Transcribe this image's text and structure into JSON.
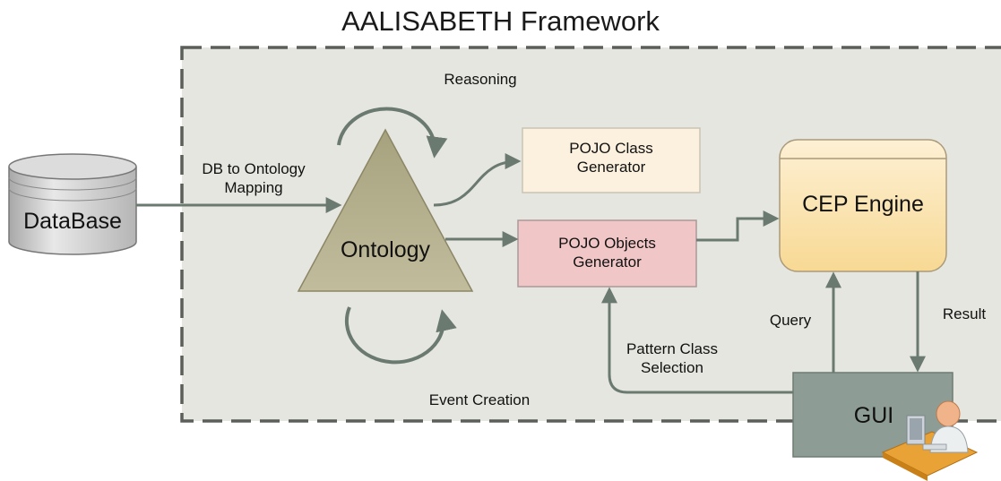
{
  "title": "AALISABETH Framework",
  "nodes": {
    "database": "DataBase",
    "ontology": "Ontology",
    "pojo_class": "POJO Class\nGenerator",
    "pojo_objects": "POJO Objects\nGenerator",
    "cep_engine": "CEP Engine",
    "gui": "GUI"
  },
  "edges": {
    "db_mapping": "DB to Ontology\nMapping",
    "reasoning": "Reasoning",
    "event_creation": "Event Creation",
    "pattern_selection": "Pattern Class\nSelection",
    "query": "Query",
    "result": "Result"
  },
  "colors": {
    "frame_fill": "#e6e6e1",
    "frame_border": "#5a5f5a",
    "arrow": "#6b7a70",
    "ontology_fill": "#b2ad8a",
    "pojo_class_fill": "#fbf1de",
    "pojo_objects_fill": "#f1c6c6",
    "cep_fill": "#fbe3b5",
    "gui_fill": "#8d9c94",
    "database_fill": "#cfcfcf"
  },
  "icons": {
    "user": "user-at-computer-icon"
  }
}
